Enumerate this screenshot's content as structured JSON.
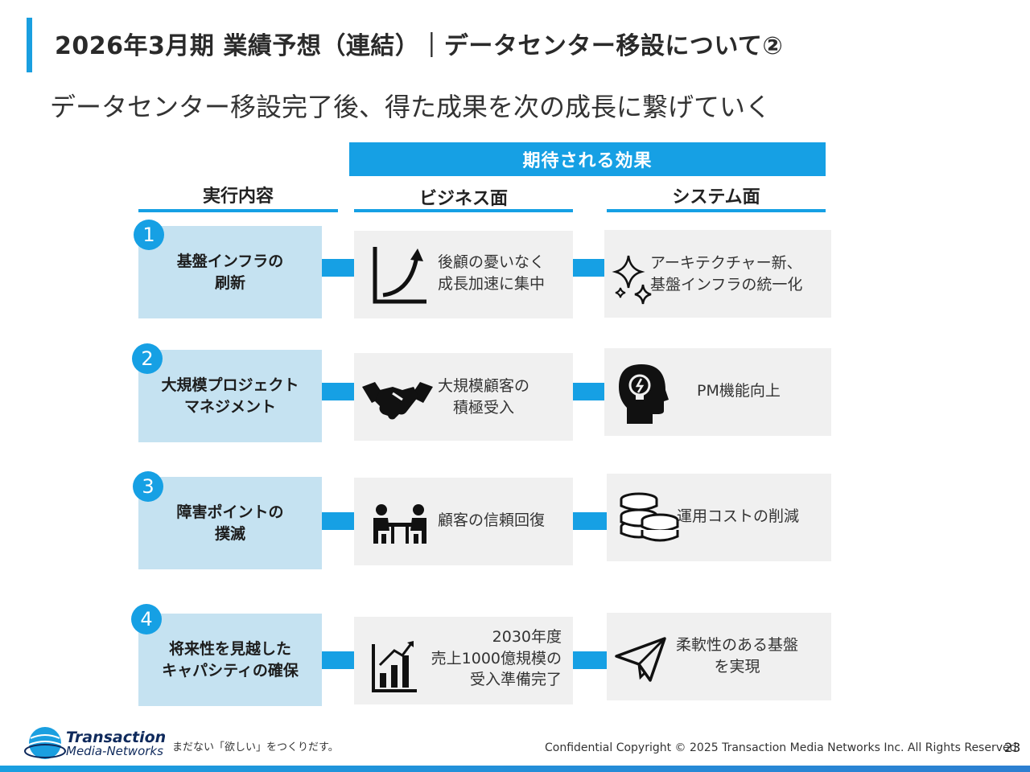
{
  "header": {
    "title": "2026年3月期 業績予想（連結）｜データセンター移設について②",
    "subtitle": "データセンター移設完了後、得た成果を次の成長に繋げていく"
  },
  "table": {
    "effects_label": "期待される効果",
    "col_execution": "実行内容",
    "col_business": "ビジネス面",
    "col_system": "システム面",
    "rows": [
      {
        "number": "1",
        "execution": "基盤インフラの\n刷新",
        "business": "後顧の憂いなく\n成長加速に集中",
        "business_icon": "growth-chart-icon",
        "system": "アーキテクチャー新、\n基盤インフラの統一化",
        "system_icon": "sparkle-icon"
      },
      {
        "number": "2",
        "execution": "大規模プロジェクト\nマネジメント",
        "business": "大規模顧客の\n積極受入",
        "business_icon": "handshake-icon",
        "system": "PM機能向上",
        "system_icon": "lightbulb-head-icon"
      },
      {
        "number": "3",
        "execution": "障害ポイントの\n撲滅",
        "business": "顧客の信頼回復",
        "business_icon": "meeting-icon",
        "system": "運用コストの削減",
        "system_icon": "coins-icon"
      },
      {
        "number": "4",
        "execution": "将来性を見越した\nキャパシティの確保",
        "business": "2030年度\n売上1000億規模の\n受入準備完了",
        "business_icon": "bar-chart-icon",
        "system": "柔軟性のある基盤\nを実現",
        "system_icon": "paper-plane-icon"
      }
    ]
  },
  "footer": {
    "logo_line1": "Transaction",
    "logo_line2": "Media-Networks",
    "tagline": "まだない「欲しい」をつくりだす。",
    "copyright": "Confidential  Copyright © 2025 Transaction Media Networks Inc. All Rights Reserved.",
    "page_number": "23"
  },
  "colors": {
    "accent": "#16a0e4",
    "row_box": "#c5e2f1",
    "card": "#f0f0f0"
  }
}
